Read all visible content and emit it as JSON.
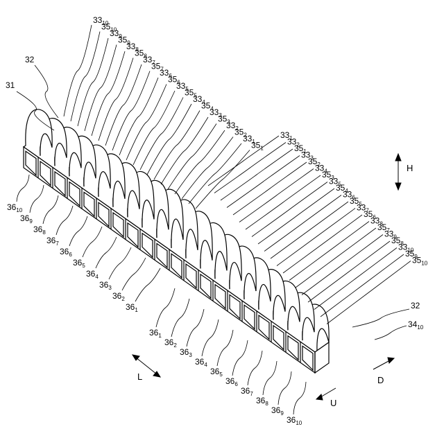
{
  "labels": {
    "ref_31": "31",
    "ref_32_top": "32",
    "ref_32_right": "32",
    "ref_34": "34",
    "ref_34_sub": "10"
  },
  "axes": {
    "height": "H",
    "length": "L",
    "down": "D",
    "up": "U"
  },
  "left_column": [
    {
      "base": "33",
      "sub": "10"
    },
    {
      "base": "35",
      "sub": "10"
    },
    {
      "base": "33",
      "sub": "9"
    },
    {
      "base": "35",
      "sub": "9"
    },
    {
      "base": "33",
      "sub": "8"
    },
    {
      "base": "35",
      "sub": "8"
    },
    {
      "base": "33",
      "sub": "7"
    },
    {
      "base": "35",
      "sub": "7"
    },
    {
      "base": "33",
      "sub": "6"
    },
    {
      "base": "35",
      "sub": "6"
    },
    {
      "base": "33",
      "sub": "5"
    },
    {
      "base": "35",
      "sub": "5"
    },
    {
      "base": "33",
      "sub": "4"
    },
    {
      "base": "35",
      "sub": "4"
    },
    {
      "base": "33",
      "sub": "3"
    },
    {
      "base": "35",
      "sub": "3"
    },
    {
      "base": "33",
      "sub": "2"
    },
    {
      "base": "35",
      "sub": "2"
    },
    {
      "base": "33",
      "sub": "1"
    },
    {
      "base": "35",
      "sub": "1"
    }
  ],
  "right_column": [
    {
      "base": "33",
      "sub": "1"
    },
    {
      "base": "33",
      "sub": "2"
    },
    {
      "base": "35",
      "sub": "1"
    },
    {
      "base": "33",
      "sub": "3"
    },
    {
      "base": "35",
      "sub": "2"
    },
    {
      "base": "33",
      "sub": "4"
    },
    {
      "base": "35",
      "sub": "3"
    },
    {
      "base": "33",
      "sub": "5"
    },
    {
      "base": "35",
      "sub": "4"
    },
    {
      "base": "33",
      "sub": "6"
    },
    {
      "base": "35",
      "sub": "5"
    },
    {
      "base": "33",
      "sub": "7"
    },
    {
      "base": "35",
      "sub": "6"
    },
    {
      "base": "33",
      "sub": "8"
    },
    {
      "base": "35",
      "sub": "7"
    },
    {
      "base": "33",
      "sub": "9"
    },
    {
      "base": "35",
      "sub": "8"
    },
    {
      "base": "33",
      "sub": "10"
    },
    {
      "base": "35",
      "sub": "9"
    },
    {
      "base": "35",
      "sub": "10"
    }
  ],
  "bottom_left_row": [
    {
      "base": "36",
      "sub": "10"
    },
    {
      "base": "36",
      "sub": "9"
    },
    {
      "base": "36",
      "sub": "8"
    },
    {
      "base": "36",
      "sub": "7"
    },
    {
      "base": "36",
      "sub": "6"
    },
    {
      "base": "36",
      "sub": "5"
    },
    {
      "base": "36",
      "sub": "4"
    },
    {
      "base": "36",
      "sub": "3"
    },
    {
      "base": "36",
      "sub": "2"
    },
    {
      "base": "36",
      "sub": "1"
    }
  ],
  "bottom_right_row": [
    {
      "base": "36",
      "sub": "1"
    },
    {
      "base": "36",
      "sub": "2"
    },
    {
      "base": "36",
      "sub": "3"
    },
    {
      "base": "36",
      "sub": "4"
    },
    {
      "base": "36",
      "sub": "5"
    },
    {
      "base": "36",
      "sub": "6"
    },
    {
      "base": "36",
      "sub": "7"
    },
    {
      "base": "36",
      "sub": "8"
    },
    {
      "base": "36",
      "sub": "9"
    },
    {
      "base": "36",
      "sub": "10"
    }
  ]
}
